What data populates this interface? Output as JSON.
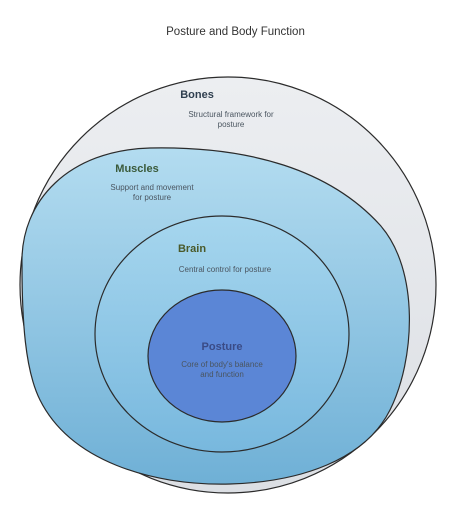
{
  "title": "Posture and Body Function",
  "layers": [
    {
      "name": "Bones",
      "description_lines": [
        "Structural framework for",
        "posture"
      ],
      "color": "#e4e6ea",
      "title_color": "#2f3f4f"
    },
    {
      "name": "Muscles",
      "description_lines": [
        "Support and movement",
        "for posture"
      ],
      "color": "#8fc6e2",
      "title_color": "#3a5a3a"
    },
    {
      "name": "Brain",
      "description_lines": [
        "Central control for posture"
      ],
      "color": "#8fcae6",
      "title_color": "#4a5a2a"
    },
    {
      "name": "Posture",
      "description_lines": [
        "Core of body's balance",
        "and function"
      ],
      "color": "#5b86d6",
      "title_color": "#3a4b86"
    }
  ]
}
